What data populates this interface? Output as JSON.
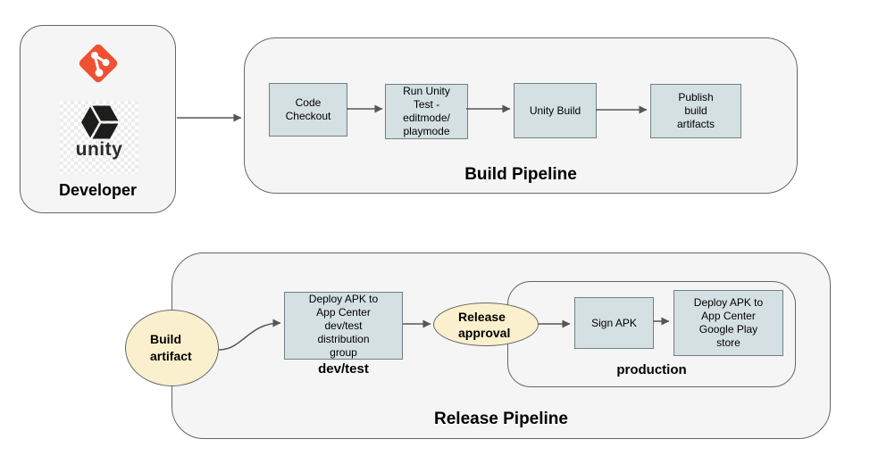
{
  "colors": {
    "container_fill": "#f5f5f5",
    "container_border": "#666666",
    "process_box_fill": "#d4e0e2",
    "process_box_border": "#6f8183",
    "ellipse_fill": "#fbf0cd",
    "git_orange": "#f05133",
    "unity_dark": "#1d1d1b",
    "arrow_gray": "#565656"
  },
  "developer": {
    "label": "Developer",
    "git_icon": "git-logo",
    "unity_icon": "unity-logo",
    "unity_wordmark": "unity"
  },
  "build_pipeline": {
    "label": "Build Pipeline",
    "steps": [
      {
        "label": "Code\nCheckout"
      },
      {
        "label": "Run Unity\nTest -\neditmode/\nplaymode"
      },
      {
        "label": "Unity Build"
      },
      {
        "label": "Publish\nbuild\nartifacts"
      }
    ]
  },
  "release_pipeline": {
    "label": "Release Pipeline",
    "build_artifact": {
      "label": "Build\nartifact"
    },
    "deploy_dev": {
      "label": "Deploy APK to\nApp Center\ndev/test\ndistribution\ngroup",
      "sublabel": "dev/test"
    },
    "release_approval": {
      "label": "Release\napproval"
    },
    "production": {
      "label": "production",
      "steps": [
        {
          "label": "Sign APK"
        },
        {
          "label": "Deploy APK to\nApp Center\nGoogle Play\nstore"
        }
      ]
    }
  }
}
